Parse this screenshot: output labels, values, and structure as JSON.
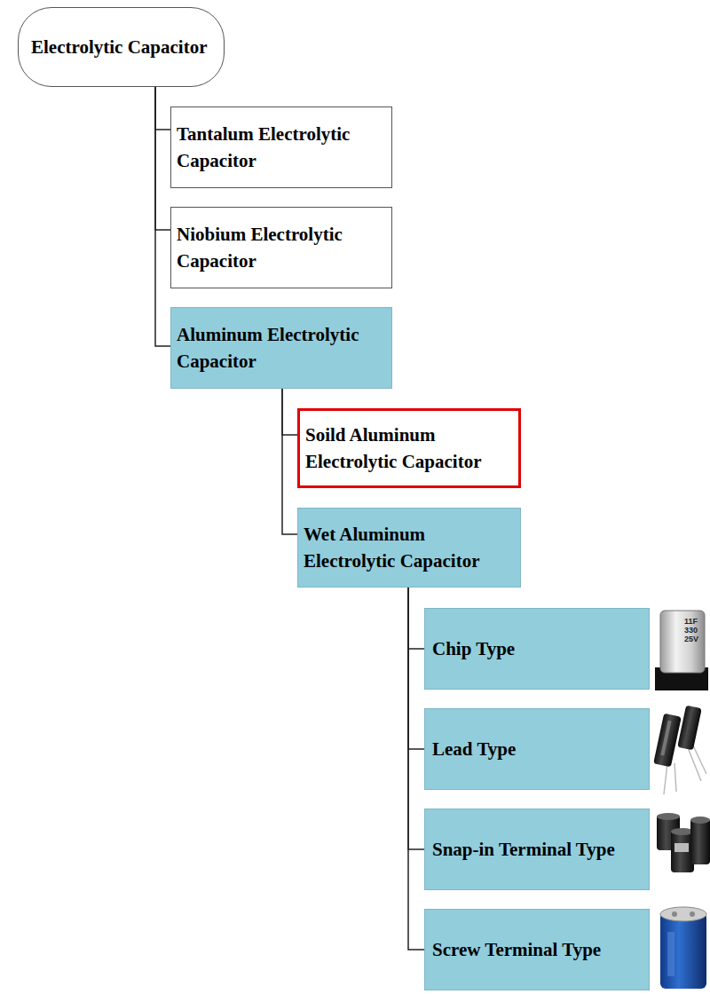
{
  "diagram": {
    "nodes": [
      {
        "text": [
          "Electrolytic Capacitor"
        ]
      },
      {
        "text": [
          "Tantalum Electrolytic Capacitor"
        ]
      },
      {
        "text": [
          "Niobium Electrolytic Capacitor"
        ]
      },
      {
        "text": [
          "Aluminum Electrolytic Capacitor"
        ]
      },
      {
        "text": [
          "Soild Aluminum Electrolytic Capacitor"
        ]
      },
      {
        "text": [
          "Wet Aluminum Electrolytic Capacitor"
        ]
      },
      {
        "text": [
          "Chip Type"
        ]
      },
      {
        "text": [
          "Lead Type"
        ]
      },
      {
        "text": [
          "Snap-in Terminal Type"
        ]
      },
      {
        "text": [
          "Screw Terminal Type"
        ]
      }
    ],
    "edges": [
      {
        "from": 0,
        "to": 1,
        "arrow": "none"
      },
      {
        "from": 0,
        "to": 2,
        "arrow": "none"
      },
      {
        "from": 0,
        "to": 3,
        "arrow": "none"
      },
      {
        "from": 3,
        "to": 4,
        "arrow": "none"
      },
      {
        "from": 3,
        "to": 5,
        "arrow": "none"
      },
      {
        "from": 5,
        "to": 6,
        "arrow": "none"
      },
      {
        "from": 5,
        "to": 7,
        "arrow": "none"
      },
      {
        "from": 5,
        "to": 8,
        "arrow": "none"
      },
      {
        "from": 5,
        "to": 9,
        "arrow": "none"
      }
    ],
    "labels": [
      "11F",
      "330",
      "25V"
    ]
  }
}
